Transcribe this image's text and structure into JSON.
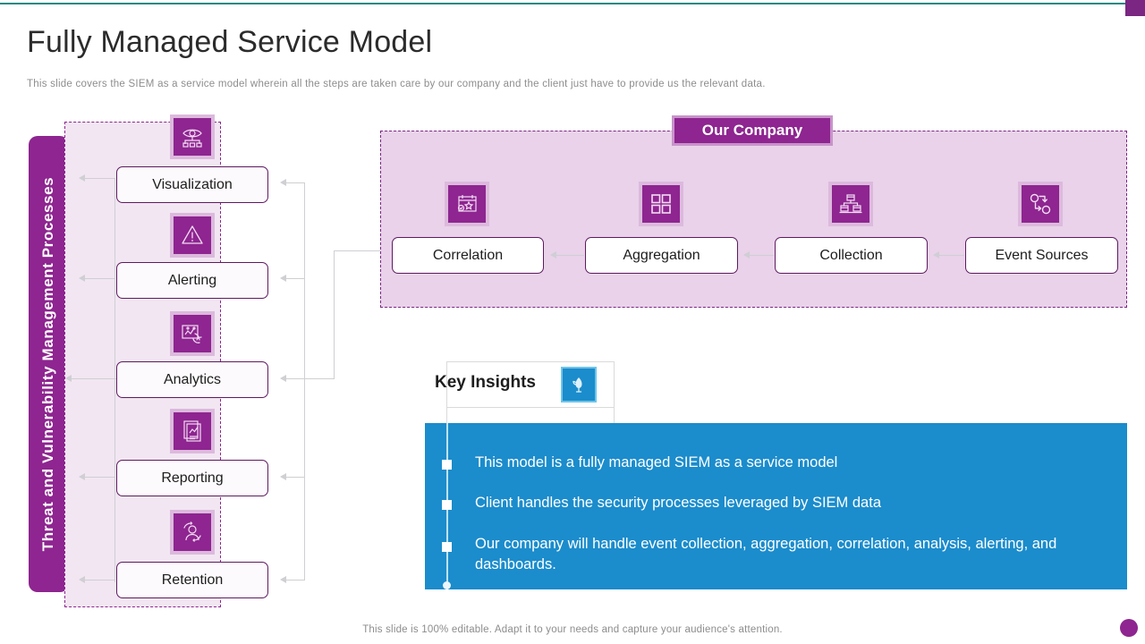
{
  "header": {
    "title": "Fully Managed Service Model",
    "subtitle": "This slide covers the SIEM as a service model wherein all the steps are taken care by our company and the client just have to provide us the relevant data."
  },
  "left_panel": {
    "vertical_label": "Threat and Vulnerability Management Processes",
    "steps": [
      {
        "label": "Visualization",
        "icon": "eye-dashboard-icon"
      },
      {
        "label": "Alerting",
        "icon": "warning-triangle-icon"
      },
      {
        "label": "Analytics",
        "icon": "chart-hand-icon"
      },
      {
        "label": "Reporting",
        "icon": "report-document-icon"
      },
      {
        "label": "Retention",
        "icon": "user-retention-icon"
      }
    ]
  },
  "our_company": {
    "badge": "Our Company",
    "steps": [
      {
        "label": "Correlation",
        "icon": "calendar-star-icon"
      },
      {
        "label": "Aggregation",
        "icon": "grid-squares-icon"
      },
      {
        "label": "Collection",
        "icon": "boxes-hierarchy-icon"
      },
      {
        "label": "Event Sources",
        "icon": "circles-arrows-icon"
      }
    ]
  },
  "key_insights": {
    "title": "Key Insights",
    "icon": "lightbulb-plant-icon",
    "bullets": [
      "This model is a fully managed SIEM as a service model",
      "Client handles the security processes leveraged by SIEM data",
      "Our company will handle event collection, aggregation, correlation, analysis, alerting, and dashboards."
    ]
  },
  "footer": {
    "note": "This slide is 100% editable. Adapt it to your needs and capture your audience's attention."
  },
  "colors": {
    "purple": "#8e2590",
    "purple_dark": "#5e1a60",
    "lilac_panel": "#e9d2ea",
    "lilac_left": "#f2e6f2",
    "blue": "#1b8ccc",
    "teal_rule": "#1f8a80",
    "connector": "#cfcfd4"
  }
}
